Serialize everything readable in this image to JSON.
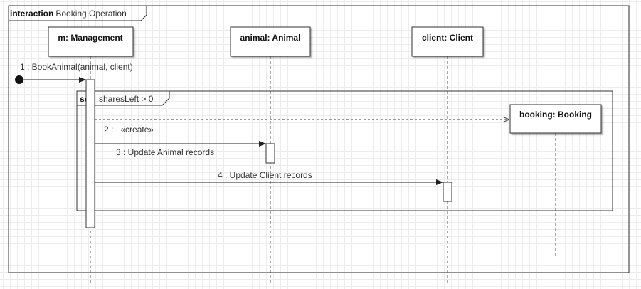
{
  "frame": {
    "keyword": "interaction",
    "name": "Booking Operation"
  },
  "lifelines": [
    {
      "id": "management",
      "label": "m: Management"
    },
    {
      "id": "animal",
      "label": "animal: Animal"
    },
    {
      "id": "client",
      "label": "client: Client"
    },
    {
      "id": "booking",
      "label": "booking: Booking"
    }
  ],
  "fragment": {
    "operator": "seq",
    "guard": "sharesLeft > 0"
  },
  "messages": [
    {
      "number": "1",
      "text": "BookAnimal(animal, client)",
      "label": "1 : BookAnimal(animal, client)",
      "kind": "found"
    },
    {
      "number": "2",
      "text": "«create»",
      "label": "2 :   «create»",
      "kind": "create"
    },
    {
      "number": "3",
      "text": "Update Animal records",
      "label": "3 : Update Animal records",
      "kind": "sync"
    },
    {
      "number": "4",
      "text": "Update Client records",
      "label": "4 : Update Client records",
      "kind": "sync"
    }
  ],
  "colors": {
    "line": "#333333",
    "lifeline": "#555555",
    "box_fill": "#ffffff",
    "grid": "#ececec"
  }
}
